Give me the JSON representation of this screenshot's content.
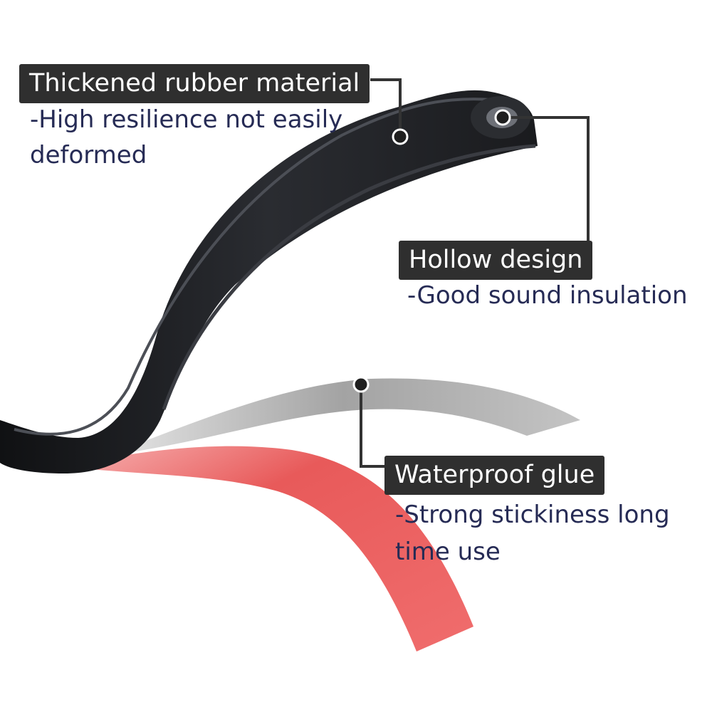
{
  "colors": {
    "label_bg": "#2f2f2f",
    "label_text": "#ffffff",
    "description_text": "#262b55",
    "rubber": "#1f2125",
    "adhesive_liner": "#e25858",
    "glue_backing": "#a7a7a7"
  },
  "callouts": {
    "rubber": {
      "label": "Thickened rubber material",
      "description_line1": "-High resilience not easily",
      "description_line2": "deformed"
    },
    "hollow": {
      "label": "Hollow design",
      "description_line1": "-Good sound insulation"
    },
    "glue": {
      "label": "Waterproof glue",
      "description_line1": "-Strong stickiness long",
      "description_line2": "time use"
    }
  }
}
